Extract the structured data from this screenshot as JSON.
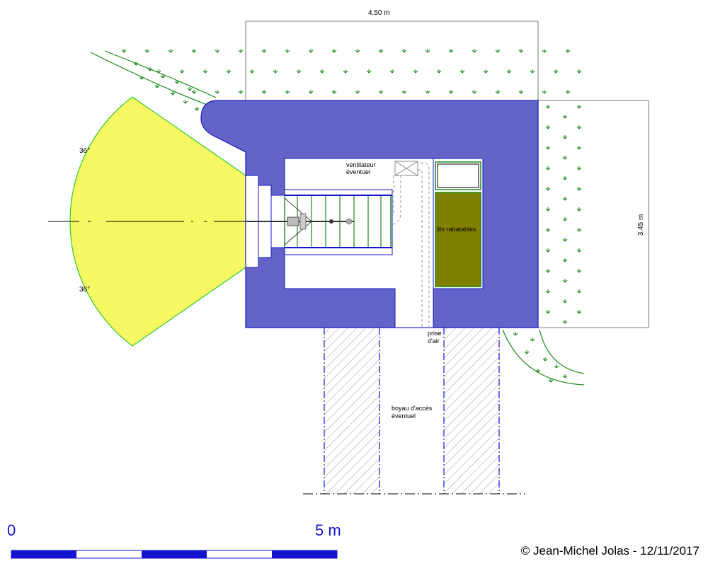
{
  "dimensions": {
    "width_label": "4.50 m",
    "depth_label": "3.45 m"
  },
  "field_of_fire": {
    "upper_angle": "36°",
    "lower_angle": "36°"
  },
  "labels": {
    "ventilateur_line1": "ventilateur",
    "ventilateur_line2": "éventuel",
    "lits": "lits rabatables",
    "prise_line1": "prise",
    "prise_line2": "d'air",
    "boyau_line1": "boyau d'accès",
    "boyau_line2": "éventuel"
  },
  "scale": {
    "start": "0",
    "end": "5 m"
  },
  "copyright": "© Jean-Michel Jolas - 12/11/2017",
  "colors": {
    "concrete": "#6464c8",
    "fire_zone": "#f8f864",
    "beds": "#808000",
    "vegetation": "#1a8a1a",
    "outline": "#1414c8"
  }
}
